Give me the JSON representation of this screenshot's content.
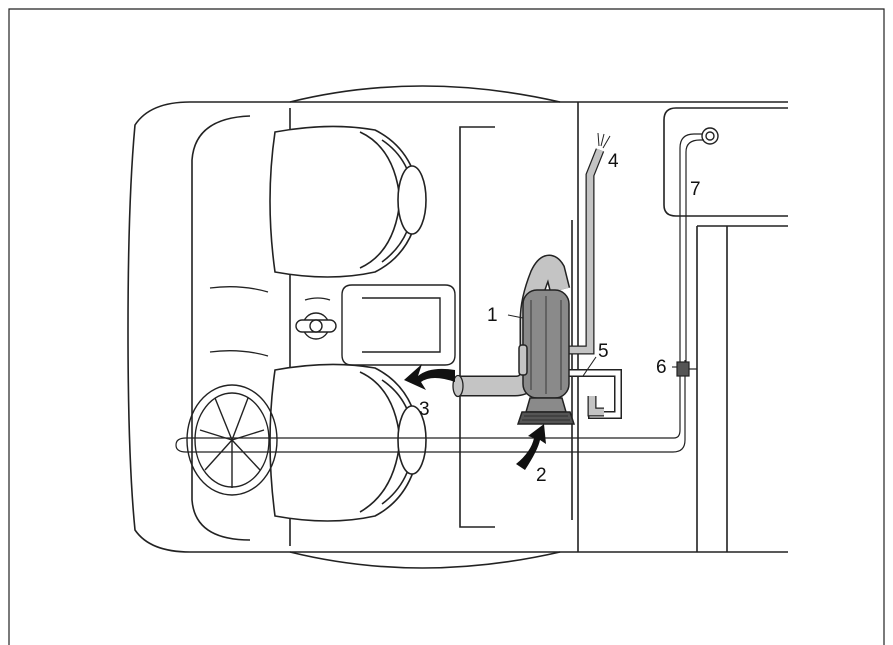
{
  "callouts": [
    {
      "id": "1",
      "label": "1"
    },
    {
      "id": "2",
      "label": "2"
    },
    {
      "id": "3",
      "label": "3"
    },
    {
      "id": "4",
      "label": "4"
    },
    {
      "id": "5",
      "label": "5"
    },
    {
      "id": "6",
      "label": "6"
    },
    {
      "id": "7",
      "label": "7"
    }
  ],
  "colors": {
    "line": "#222222",
    "duct": "#c4c4c4",
    "heater": "#8a8a8a",
    "heater_dark": "#555555",
    "arrow": "#111111"
  }
}
